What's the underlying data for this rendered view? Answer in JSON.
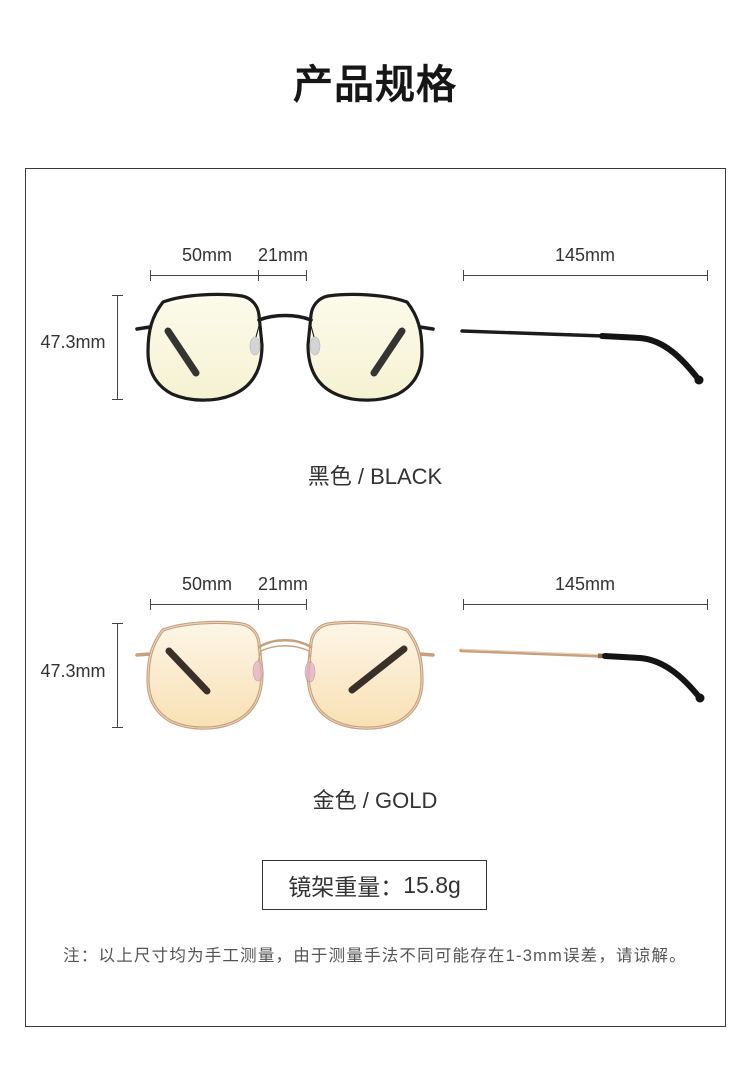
{
  "title": "产品规格",
  "variants": [
    {
      "dims": {
        "lens_width": "50mm",
        "bridge_width": "21mm",
        "temple_length": "145mm",
        "lens_height": "47.3mm"
      },
      "color_label": "黑色 / BLACK",
      "frame_color": "#1c1c1c",
      "lens_color": "#fcfbeb",
      "lens_color_edge": "#f5f2d2"
    },
    {
      "dims": {
        "lens_width": "50mm",
        "bridge_width": "21mm",
        "temple_length": "145mm",
        "lens_height": "47.3mm"
      },
      "color_label": "金色 / GOLD",
      "frame_color": "#c7a07d",
      "lens_color": "#fdf6e7",
      "lens_color_edge": "#f8e0b3"
    }
  ],
  "weight": {
    "label": "镜架重量：",
    "value": "15.8g"
  },
  "note": "注：以上尺寸均为手工测量，由于测量手法不同可能存在1-3mm误差，请谅解。"
}
